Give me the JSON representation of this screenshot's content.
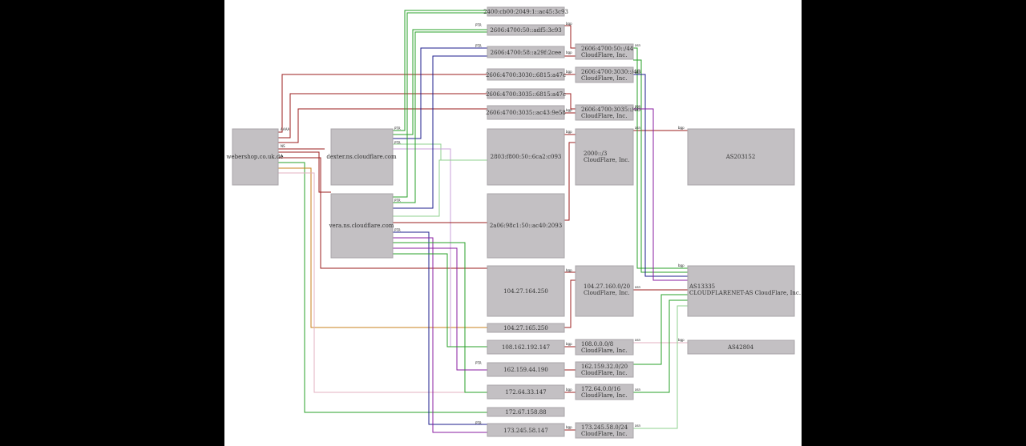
{
  "colors": {
    "background": "#ffffff",
    "page": "#000000",
    "node_fill": "#c3c0c3",
    "node_stroke": "#a8a5a8",
    "edge_red": "#9b1c1c",
    "edge_green": "#2aa02a",
    "edge_blue": "#1c1c8c",
    "edge_purple": "#8a1ca0",
    "edge_orange": "#c9821c",
    "edge_light_green": "#8fd08f",
    "edge_light_purple": "#c8a0d8",
    "edge_pink": "#e3b0c0"
  },
  "nodes": [
    {
      "id": "domain",
      "label": "webershop.co.uk.de"
    },
    {
      "id": "ns1",
      "label": "dexter.ns.cloudflare.com"
    },
    {
      "id": "ns2",
      "label": "vera.ns.cloudflare.com"
    },
    {
      "id": "ip6a",
      "label": "2400:cb00:2049:1::ac45:3c93"
    },
    {
      "id": "ip6b",
      "label": "2606:4700:50::adf5:3c93"
    },
    {
      "id": "ip6c",
      "label": "2606:4700:58::a29f:2cee"
    },
    {
      "id": "ip6d",
      "label": "2606:4700:3030::6815:a47c"
    },
    {
      "id": "ip6e",
      "label": "2606:4700:3035::6815:a47c"
    },
    {
      "id": "ip6f",
      "label": "2606:4700:3035::ac43:9e58"
    },
    {
      "id": "ip6g",
      "label": "2803:f800:50::6ca2:c093"
    },
    {
      "id": "ip6h",
      "label": "2a06:98c1:50::ac40:2093"
    },
    {
      "id": "ip4a",
      "label": "104.27.164.250"
    },
    {
      "id": "ip4b",
      "label": "104.27.165.250"
    },
    {
      "id": "ip4c",
      "label": "108.162.192.147"
    },
    {
      "id": "ip4d",
      "label": "162.159.44.190"
    },
    {
      "id": "ip4e",
      "label": "172.64.33.147"
    },
    {
      "id": "ip4f",
      "label": "172.67.158.88"
    },
    {
      "id": "ip4g",
      "label": "173.245.58.147"
    },
    {
      "id": "pfx1",
      "label": "2606:4700:50::/44",
      "sublabel": "CloudFlare, Inc."
    },
    {
      "id": "pfx2",
      "label": "2606:4700:3030::/48",
      "sublabel": "CloudFlare, Inc."
    },
    {
      "id": "pfx3",
      "label": "2606:4700:3035::/48",
      "sublabel": "CloudFlare, Inc."
    },
    {
      "id": "pfx4",
      "label": "2000::/3",
      "sublabel": "CloudFlare, Inc."
    },
    {
      "id": "pfx5",
      "label": "104.27.160.0/20",
      "sublabel": "CloudFlare, Inc."
    },
    {
      "id": "pfx6",
      "label": "108.0.0.0/8",
      "sublabel": "CloudFlare, Inc."
    },
    {
      "id": "pfx7",
      "label": "162.159.32.0/20",
      "sublabel": "CloudFlare, Inc."
    },
    {
      "id": "pfx8",
      "label": "172.64.0.0/16",
      "sublabel": "CloudFlare, Inc."
    },
    {
      "id": "pfx9",
      "label": "173.245.58.0/24",
      "sublabel": "CloudFlare, Inc."
    },
    {
      "id": "as1",
      "label": "AS203152"
    },
    {
      "id": "as2",
      "label": "AS13335",
      "sublabel": "CLOUDFLARENET-AS CloudFlare, Inc."
    },
    {
      "id": "as3",
      "label": "AS42804"
    }
  ],
  "port_labels": {
    "a": "A",
    "aaaa": "AAAA",
    "ns": "NS",
    "ptr": "PTR",
    "bgp": "bgp",
    "asn": "asn"
  }
}
